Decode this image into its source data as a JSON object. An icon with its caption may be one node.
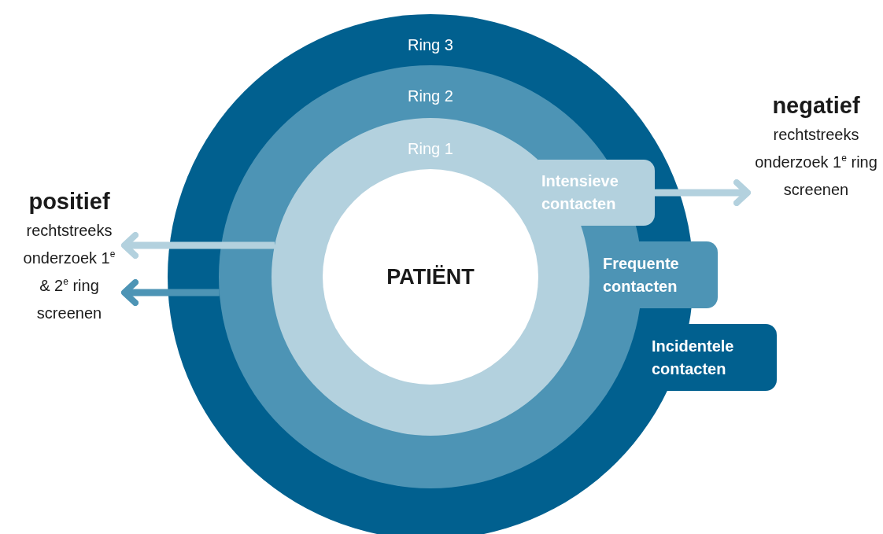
{
  "diagram": {
    "nodes": [
      {
        "text": [
          "Ring 3"
        ]
      },
      {
        "text": [
          "Ring 2"
        ],
        "in": 0
      },
      {
        "text": [
          "Ring 1"
        ],
        "in": 1
      },
      {
        "text": [
          "PATIËNT"
        ],
        "in": 2
      },
      {
        "text": [
          "Intensieve contacten"
        ],
        "in": 0
      },
      {
        "text": [
          "Frequente contacten"
        ]
      },
      {
        "text": [
          "Incidentele contacten"
        ]
      },
      {
        "text": [
          "positief",
          "rechtstreeks onderzoek 1$^{e}$ & 2$^{e}$ ring screenen"
        ]
      },
      {
        "text": [
          "negatief",
          "rechtstreeks onderzoek 1$^{e}$ ring screenen"
        ]
      }
    ],
    "edges": [
      {
        "from": 4,
        "to": 8,
        "arrow": "to",
        "color": "#b3d1de"
      },
      {
        "from": 2,
        "to": 7,
        "arrow": "to",
        "color": "#b3d1de"
      },
      {
        "from": 1,
        "to": 7,
        "arrow": "to",
        "color": "#4d94b5"
      }
    ]
  }
}
